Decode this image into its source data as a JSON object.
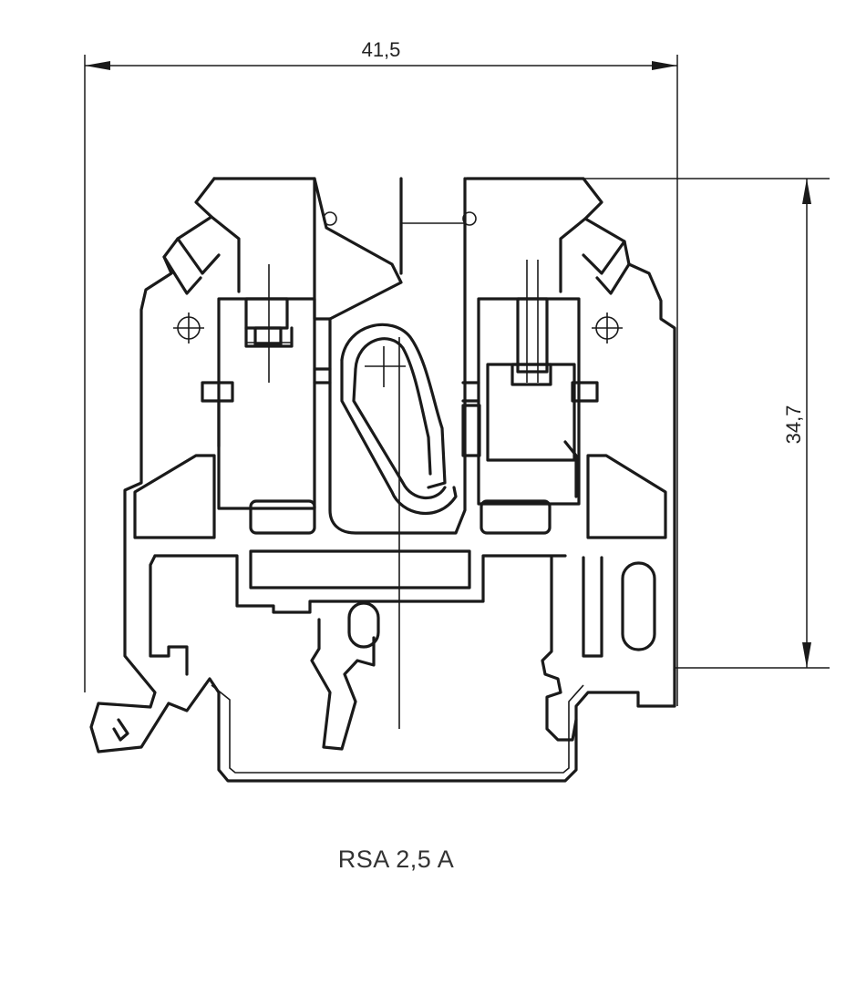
{
  "drawing": {
    "width_label": "41,5",
    "height_label": "34,7",
    "caption": "RSA 2,5 A"
  }
}
